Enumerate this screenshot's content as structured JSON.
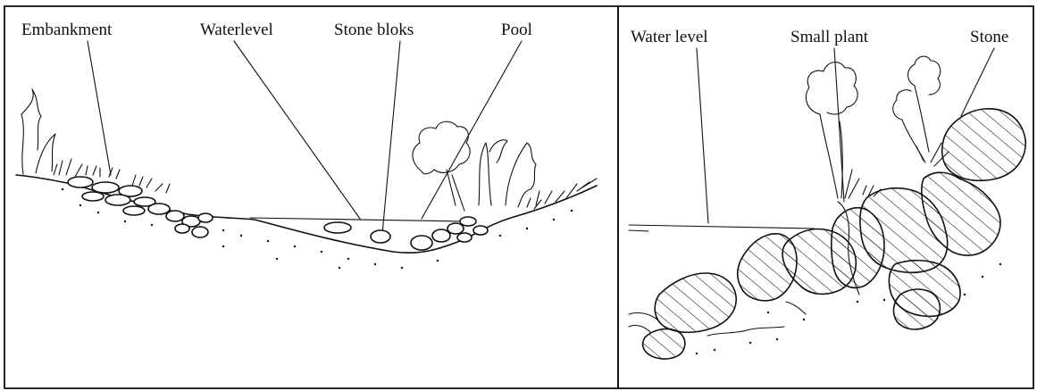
{
  "left_panel": {
    "labels": {
      "embankment": "Embankment",
      "waterlevel": "Waterlevel",
      "stone_bloks": "Stone bloks",
      "pool": "Pool"
    }
  },
  "right_panel": {
    "labels": {
      "water_level": "Water level",
      "small_plant": "Small plant",
      "stone": "Stone"
    }
  }
}
